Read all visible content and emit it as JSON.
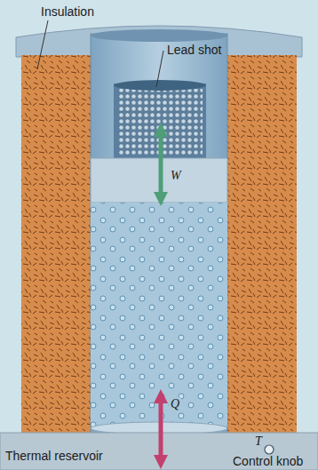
{
  "diagram": {
    "nodes": [
      {
        "text": [
          "Thermal reservoir",
          "T",
          "Control knob"
        ]
      }
    ],
    "labels": [
      "Insulation",
      "Lead shot",
      "W",
      "Q"
    ]
  }
}
